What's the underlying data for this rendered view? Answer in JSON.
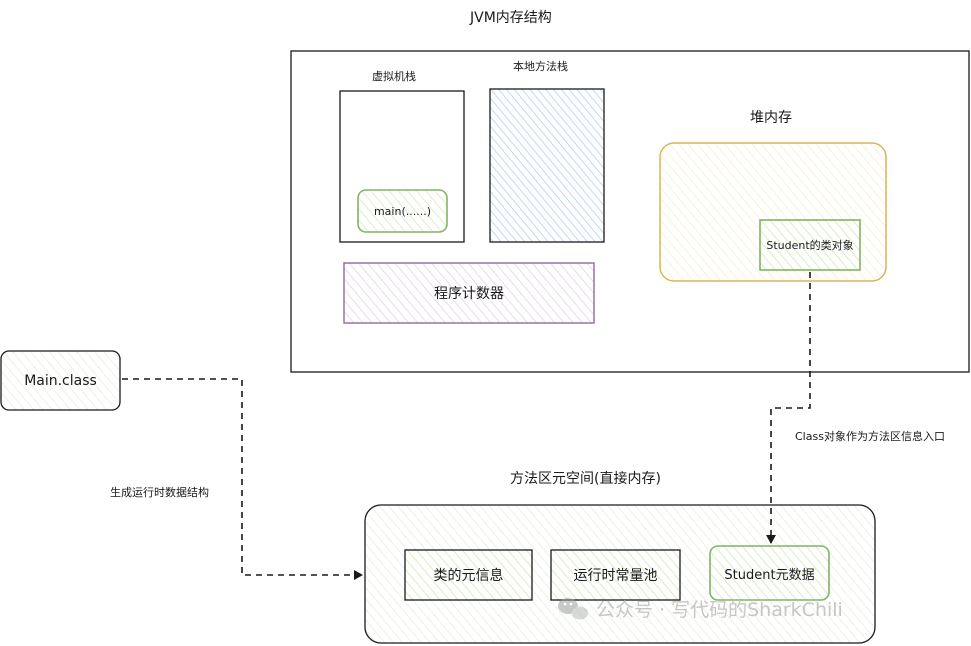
{
  "title": "JVM内存结构",
  "jvm": {
    "vm_stack_label": "虚拟机栈",
    "native_stack_label": "本地方法栈",
    "main_frame": "main(......)",
    "pc_register": "程序计数器",
    "heap_label": "堆内存",
    "student_class_object": "Student的类对象"
  },
  "main_class": "Main.class",
  "edge_labels": {
    "generate": "生成运行时数据结构",
    "class_entry": "Class对象作为方法区信息入口"
  },
  "metaspace": {
    "title": "方法区元空间(直接内存)",
    "class_meta": "类的元信息",
    "const_pool": "运行时常量池",
    "student_meta": "Student元数据"
  },
  "watermark": "公众号 · 写代码的SharkChili",
  "colors": {
    "purple": "#9673a6",
    "purple_fill": "#e1d5e7",
    "blue_fill": "#dae8fc",
    "green": "#82b366",
    "green_fill": "#d5e8d4",
    "yellow": "#d6b656",
    "yellow_fill": "#fff2cc"
  }
}
